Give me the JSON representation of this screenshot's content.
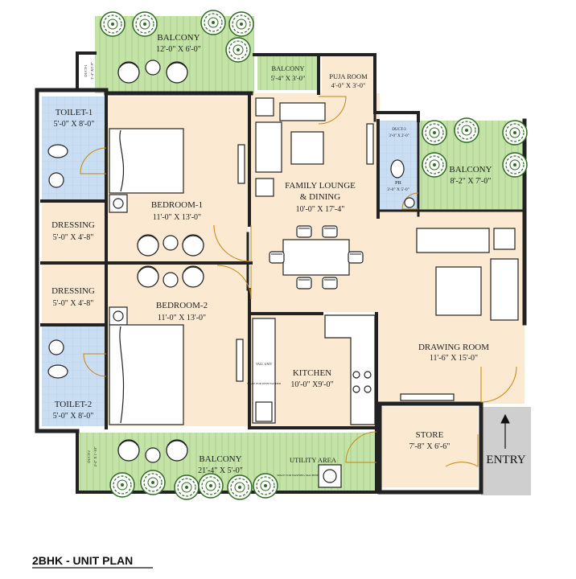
{
  "plan_title": "2BHK - UNIT PLAN",
  "entry_label": "ENTRY",
  "colors": {
    "room": "#fbe9d2",
    "toilet": "#c9ddf3",
    "balcony": "#c3e3a7",
    "store": "#fbe9d2",
    "entry": "#cfcfcf",
    "wall": "#222222",
    "tree": "#2f6b22"
  },
  "rooms": {
    "balcony_top": {
      "name": "BALCONY",
      "size": "12'-0\" X 6'-0\""
    },
    "balcony_small": {
      "name": "BALCONY",
      "size": "5'-4\" X 3'-0\""
    },
    "puja": {
      "name": "PUJA ROOM",
      "size": "4'-0\" X 3'-0\""
    },
    "toilet1": {
      "name": "TOILET-1",
      "size": "5'-0\" X 8'-0\""
    },
    "bedroom1": {
      "name": "BEDROOM-1",
      "size": "11'-0\" X 13'-0\""
    },
    "dressing1": {
      "name": "DRESSING",
      "size": "5'-0\" X 4'-8\""
    },
    "dressing2": {
      "name": "DRESSING",
      "size": "5'-0\" X 4'-8\""
    },
    "bedroom2": {
      "name": "BEDROOM-2",
      "size": "11'-0\" X 13'-0\""
    },
    "toilet2": {
      "name": "TOILET-2",
      "size": "5'-0\" X 8'-0\""
    },
    "family": {
      "name1": "FAMILY LOUNGE",
      "name2": "& DINING",
      "size": "10'-0\" X 17'-4\""
    },
    "kitchen": {
      "name": "KITCHEN",
      "size": "10'-0\" X9'-0\""
    },
    "drawing": {
      "name": "DRAWING ROOM",
      "size": "11'-6\" X 15'-0\""
    },
    "balcony_right": {
      "name": "BALCONY",
      "size": "8'-2\" X 7'-0\""
    },
    "store": {
      "name": "STORE",
      "size": "7'-8\" X 6'-6\""
    },
    "balcony_bottom": {
      "name": "BALCONY",
      "size": "21'-4\" X 5'-0\""
    },
    "utility": {
      "name": "UTILITY AREA"
    },
    "pr": {
      "name": "PR",
      "size": "3'-0\" X 5'-0\""
    },
    "duct1": {
      "name": "DUCT-1",
      "size": "3'-4\" X1'-9\""
    },
    "duct2": {
      "name": "DUCT-2",
      "size": "4'-4\" X 1'-10\""
    },
    "duct3": {
      "name": "DUCT-3",
      "size": "3'-0\" X 2'-0\""
    }
  },
  "small_labels": {
    "tall_unit": "TALL UNIT",
    "dish_washer": "SPACE FOR DISH WASHER",
    "washing_machine": "SPACE FOR WASHING MACHINE"
  }
}
